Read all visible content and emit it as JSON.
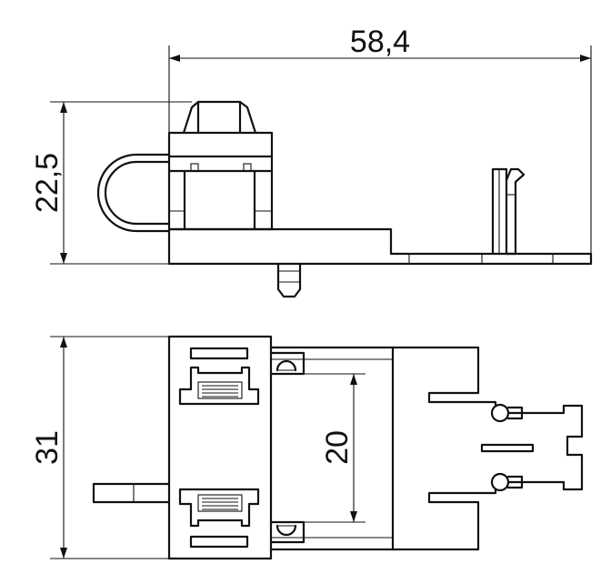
{
  "drawing": {
    "dimensions": {
      "overall_length": "58,4",
      "height": "22,5",
      "width": "31",
      "spacing": "20"
    }
  }
}
